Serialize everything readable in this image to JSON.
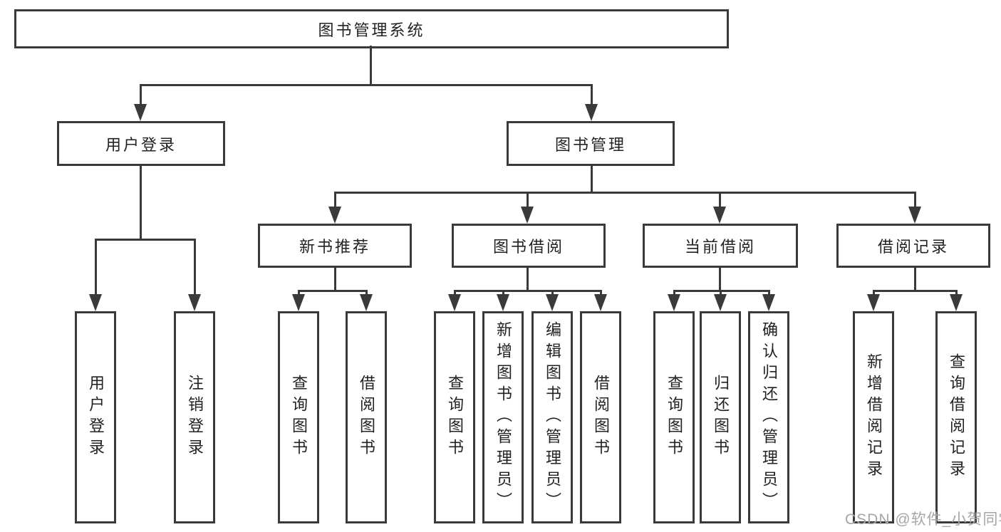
{
  "tree": {
    "root": {
      "label": "图书管理系统"
    },
    "login": {
      "label": "用户登录",
      "children": [
        {
          "label": "用户登录"
        },
        {
          "label": "注销登录"
        }
      ]
    },
    "mgmt": {
      "label": "图书管理",
      "children": [
        {
          "label": "新书推荐",
          "children": [
            {
              "label": "查询图书"
            },
            {
              "label": "借阅图书"
            }
          ]
        },
        {
          "label": "图书借阅",
          "children": [
            {
              "label": "查询图书"
            },
            {
              "label": "新增图书（管理员）"
            },
            {
              "label": "编辑图书（管理员）"
            },
            {
              "label": "借阅图书"
            }
          ]
        },
        {
          "label": "当前借阅",
          "children": [
            {
              "label": "查询图书"
            },
            {
              "label": "归还图书"
            },
            {
              "label": "确认归还（管理员）"
            }
          ]
        },
        {
          "label": "借阅记录",
          "children": [
            {
              "label": "新增借阅记录"
            },
            {
              "label": "查询借阅记录"
            }
          ]
        }
      ]
    }
  },
  "watermark": {
    "text": "CSDN @软件_小贺同学"
  },
  "colors": {
    "line": "#3a3a3a",
    "text": "#222222",
    "watermark": "#a6a6a6",
    "background": "#ffffff"
  }
}
